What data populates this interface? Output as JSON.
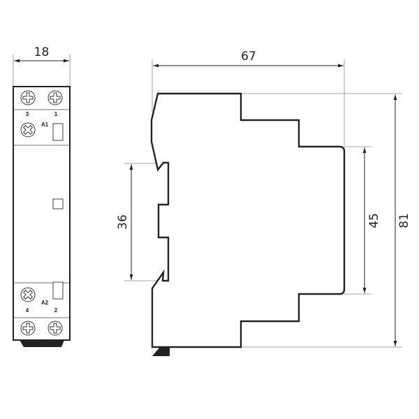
{
  "front_view": {
    "width_label": "18",
    "terminals_top": [
      "3",
      "1"
    ],
    "coil_top": "A1",
    "coil_bottom": "A2",
    "terminals_bottom": [
      "4",
      "2"
    ]
  },
  "side_view": {
    "depth_label": "67",
    "rail_label": "36",
    "front_height_label": "45",
    "total_height_label": "81"
  },
  "colors": {
    "line": "#222222",
    "dimension": "#888888"
  }
}
